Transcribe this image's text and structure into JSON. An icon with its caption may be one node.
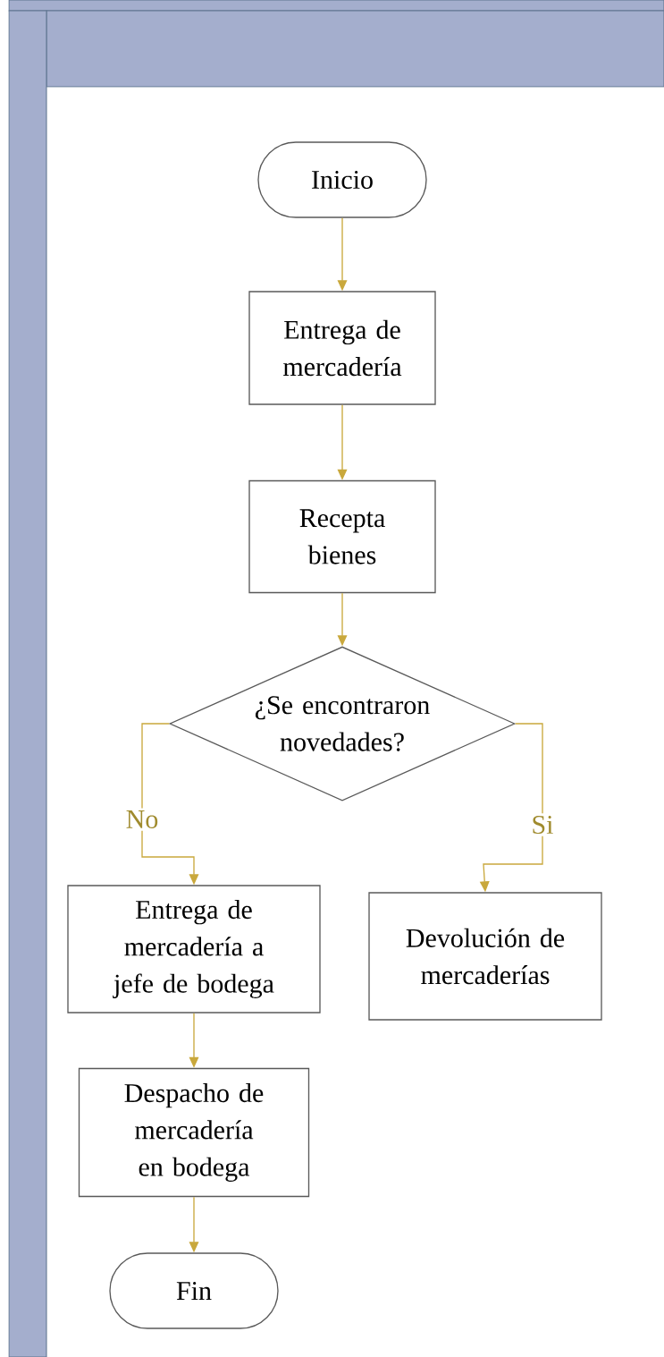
{
  "diagram": {
    "nodes": [
      {
        "text": [
          "Inicio"
        ]
      },
      {
        "text": [
          "Entrega de mercadería"
        ]
      },
      {
        "text": [
          "Recepta bienes"
        ]
      },
      {
        "text": [
          "¿Se encontraron novedades?"
        ]
      },
      {
        "text": [
          "Entrega de mercadería a jefe de bodega"
        ]
      },
      {
        "text": [
          "Devolución de mercaderías"
        ]
      },
      {
        "text": [
          "Despacho de mercadería en bodega"
        ]
      },
      {
        "text": [
          "Fin"
        ]
      }
    ],
    "edges": [
      {
        "from": 0,
        "to": 1,
        "arrow": "to"
      },
      {
        "from": 1,
        "to": 2,
        "arrow": "to"
      },
      {
        "from": 2,
        "to": 3,
        "arrow": "to"
      },
      {
        "from": 3,
        "to": 4,
        "arrow": "to",
        "label": "No"
      },
      {
        "from": 3,
        "to": 5,
        "arrow": "to",
        "label": "Si"
      },
      {
        "from": 4,
        "to": 6,
        "arrow": "to"
      },
      {
        "from": 6,
        "to": 7,
        "arrow": "to"
      }
    ]
  }
}
